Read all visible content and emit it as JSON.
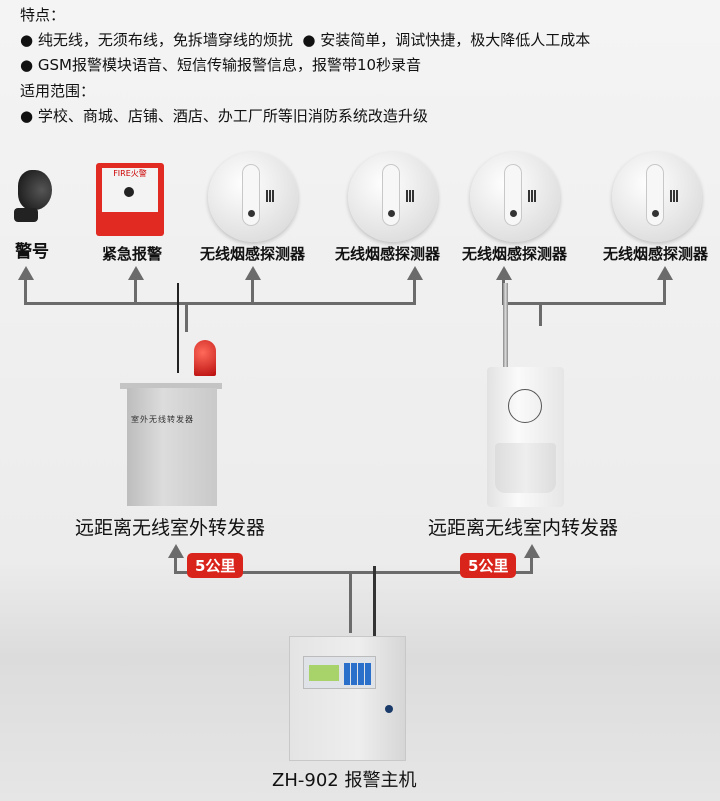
{
  "features": {
    "title": "特点：",
    "items": [
      "纯无线，无须布线，免拆墙穿线的烦扰",
      "安装简单，调试快捷，极大降低人工成本",
      "GSM报警模块语音、短信传输报警信息，报警带10秒录音"
    ]
  },
  "scope": {
    "title": "适用范围：",
    "items": [
      "学校、商城、店铺、酒店、办工厂所等旧消防系统改造升级"
    ]
  },
  "devices": {
    "horn": "警号",
    "button": "紧急报警",
    "button_text": "FIRE火警",
    "smoke": [
      "无线烟感探测器",
      "无线烟感探测器",
      "无线烟感探测器",
      "无线烟感探测器"
    ]
  },
  "repeaters": {
    "outdoor": "远距离无线室外转发器",
    "outdoor_plate": "室外无线转发器",
    "indoor": "远距离无线室内转发器"
  },
  "distance": [
    "5公里",
    "5公里"
  ],
  "host": {
    "label": "ZH-902 报警主机"
  },
  "colors": {
    "line": "#6b6b6b",
    "badge": "#d9241c"
  }
}
